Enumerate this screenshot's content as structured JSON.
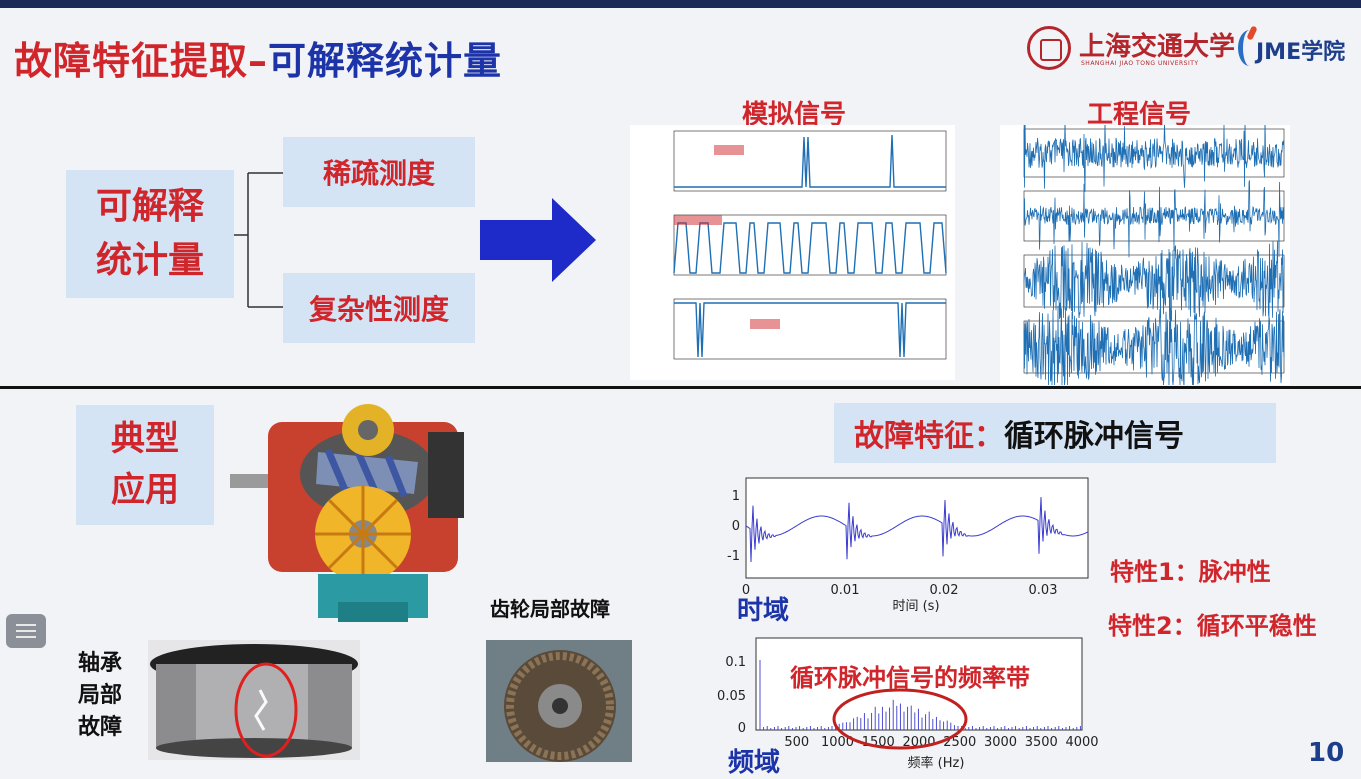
{
  "slide": {
    "title_part1": "故障特征提取",
    "title_dash": "–",
    "title_part2": "可解释统计量",
    "page_number": "10"
  },
  "logos": {
    "sjtu_cn": "上海交通大学",
    "sjtu_en": "SHANGHAI JIAO TONG UNIVERSITY",
    "jme": "JME学院"
  },
  "top_section": {
    "main_box_line1": "可解释",
    "main_box_line2": "统计量",
    "branch_1": "稀疏测度",
    "branch_2": "复杂性测度",
    "simulated_title": "模拟信号",
    "engineering_title": "工程信号"
  },
  "bottom_section": {
    "app_line1": "典型",
    "app_line2": "应用",
    "feature_key": "故障特征：",
    "feature_value": "循环脉冲信号",
    "bearing_label": [
      "轴承",
      "局部",
      "故障"
    ],
    "gear_label": "齿轮局部故障",
    "property_1": "特性1：脉冲性",
    "property_2": "特性2：循环平稳性",
    "time_domain": "时域",
    "freq_domain": "频域",
    "freq_band_note": "循环脉冲信号的频率带",
    "time_axis_label": "时间 (s)",
    "freq_axis_label": "频率 (Hz)"
  },
  "time_plot": {
    "x_ticks": [
      "0",
      "0.01",
      "0.02",
      "0.03"
    ],
    "y_ticks": [
      "1",
      "0",
      "-1"
    ]
  },
  "freq_plot": {
    "x_ticks": [
      "500",
      "1000",
      "1500",
      "2000",
      "2500",
      "3000",
      "3500",
      "4000"
    ],
    "y_ticks": [
      "0.1",
      "0.05",
      "0"
    ]
  },
  "colors": {
    "accent_red": "#d0262b",
    "accent_blue": "#1c34a8",
    "box_fill": "#d4e4f4",
    "signal_blue": "#1f6fb4"
  }
}
